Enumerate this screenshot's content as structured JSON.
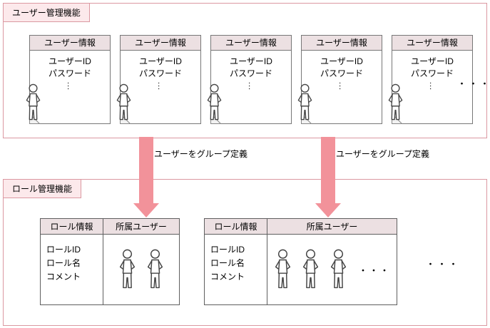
{
  "colors": {
    "frame_border": "#db98a1",
    "label_bg": "#fce9eb",
    "header_cell_bg": "#ece0e2",
    "arrow": "#f2929a",
    "card_border": "#777777",
    "table_border": "#5f5f5f"
  },
  "user_section": {
    "title": "ユーザー管理機能",
    "cards": [
      {
        "header": "ユーザー情報",
        "field1": "ユーザーID",
        "field2": "パスワード",
        "dots": "..."
      },
      {
        "header": "ユーザー情報",
        "field1": "ユーザーID",
        "field2": "パスワード",
        "dots": "..."
      },
      {
        "header": "ユーザー情報",
        "field1": "ユーザーID",
        "field2": "パスワード",
        "dots": "..."
      },
      {
        "header": "ユーザー情報",
        "field1": "ユーザーID",
        "field2": "パスワード",
        "dots": "..."
      },
      {
        "header": "ユーザー情報",
        "field1": "ユーザーID",
        "field2": "パスワード",
        "dots": "..."
      }
    ],
    "trailing_dots": "・・・"
  },
  "group_arrows": [
    {
      "label": "ユーザーをグループ定義"
    },
    {
      "label": "ユーザーをグループ定義"
    }
  ],
  "role_section": {
    "title": "ロール管理機能",
    "tables": [
      {
        "info_header": "ロール情報",
        "users_header": "所属ユーザー",
        "fields": [
          "ロールID",
          "ロール名",
          "コメント"
        ],
        "member_count": 2,
        "cell_dots": ""
      },
      {
        "info_header": "ロール情報",
        "users_header": "所属ユーザー",
        "fields": [
          "ロールID",
          "ロール名",
          "コメント"
        ],
        "member_count": 3,
        "cell_dots": "・・・"
      }
    ],
    "trailing_dots": "・・・"
  }
}
